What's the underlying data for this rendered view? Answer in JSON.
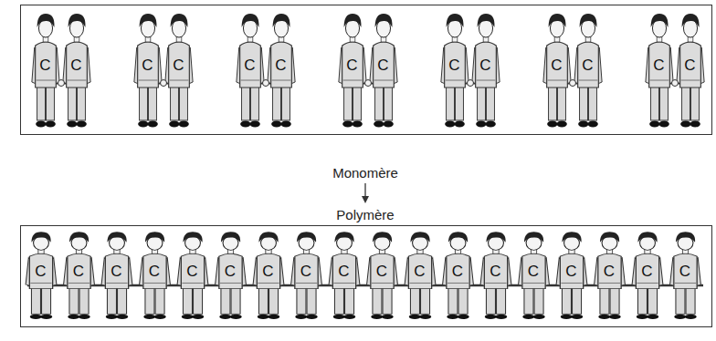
{
  "diagram": {
    "nodes": [
      {
        "text": [
          "C",
          "C",
          "C",
          "C",
          "C",
          "C",
          "C",
          "C",
          "C",
          "C",
          "C",
          "C",
          "C",
          "C"
        ]
      },
      {
        "text": [
          "C",
          "C",
          "C",
          "C",
          "C",
          "C",
          "C",
          "C",
          "C",
          "C",
          "C",
          "C",
          "C",
          "C",
          "C",
          "C",
          "C",
          "C"
        ]
      }
    ],
    "labels": [
      "Monomère",
      "Polymère"
    ]
  }
}
